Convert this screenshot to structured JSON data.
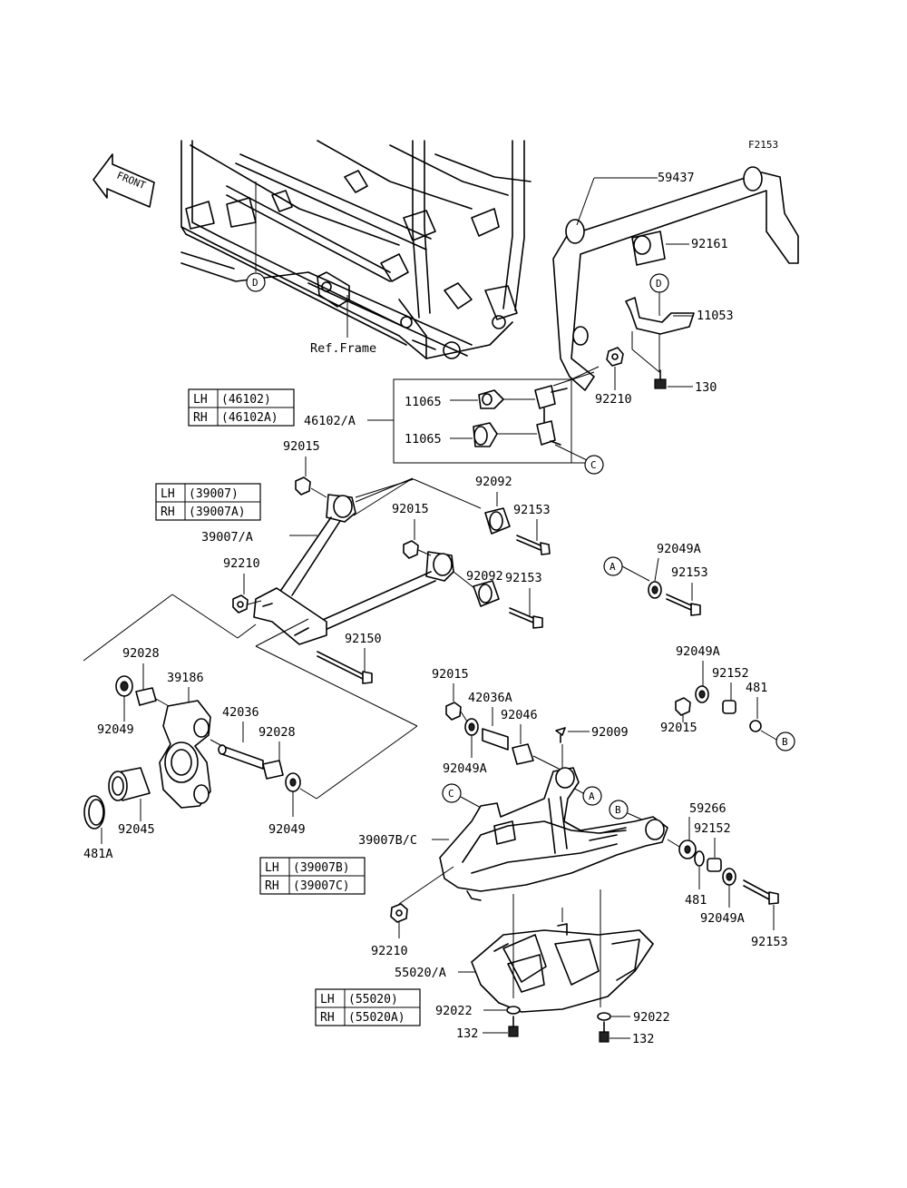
{
  "figure_code": "F2153",
  "front_label": "FRONT",
  "ref_frame": "Ref.Frame",
  "parts": {
    "p59437": "59437",
    "p92161": "92161",
    "p11053": "11053",
    "p130": "130",
    "p92210_top": "92210",
    "p11065_a": "11065",
    "p11065_b": "11065",
    "p46102A": "46102/A",
    "p92015_a": "92015",
    "p92092_a": "92092",
    "p92153_a": "92153",
    "p39007A": "39007/A",
    "p92015_b": "92015",
    "p92092_b": "92092",
    "p92153_b": "92153",
    "p92210_mid": "92210",
    "p92049A_a": "92049A",
    "p92153_c": "92153",
    "p92150": "92150",
    "p92049A_b": "92049A",
    "p92152_a": "92152",
    "p481_a": "481",
    "p92015_c": "92015",
    "p92028_a": "92028",
    "p39186": "39186",
    "p92049_a": "92049",
    "p42036": "42036",
    "p92028_b": "92028",
    "p92015_d": "92015",
    "p42036A": "42036A",
    "p92046": "92046",
    "p92009": "92009",
    "p92049A_c": "92049A",
    "p92049_b": "92049",
    "p92045": "92045",
    "p481A": "481A",
    "p59266": "59266",
    "p92152_b": "92152",
    "p39007BC": "39007B/C",
    "p481_b": "481",
    "p92049A_d": "92049A",
    "p92153_d": "92153",
    "p92210_bot": "92210",
    "p55020A": "55020/A",
    "p92022_a": "92022",
    "p92022_b": "92022",
    "p132_a": "132",
    "p132_b": "132"
  },
  "refs": {
    "A": "A",
    "B": "B",
    "C": "C",
    "D": "D"
  },
  "tables": {
    "t46102": [
      {
        "side": "LH",
        "part": "(46102)"
      },
      {
        "side": "RH",
        "part": "(46102A)"
      }
    ],
    "t39007": [
      {
        "side": "LH",
        "part": "(39007)"
      },
      {
        "side": "RH",
        "part": "(39007A)"
      }
    ],
    "t39007BC": [
      {
        "side": "LH",
        "part": "(39007B)"
      },
      {
        "side": "RH",
        "part": "(39007C)"
      }
    ],
    "t55020": [
      {
        "side": "LH",
        "part": "(55020)"
      },
      {
        "side": "RH",
        "part": "(55020A)"
      }
    ]
  }
}
